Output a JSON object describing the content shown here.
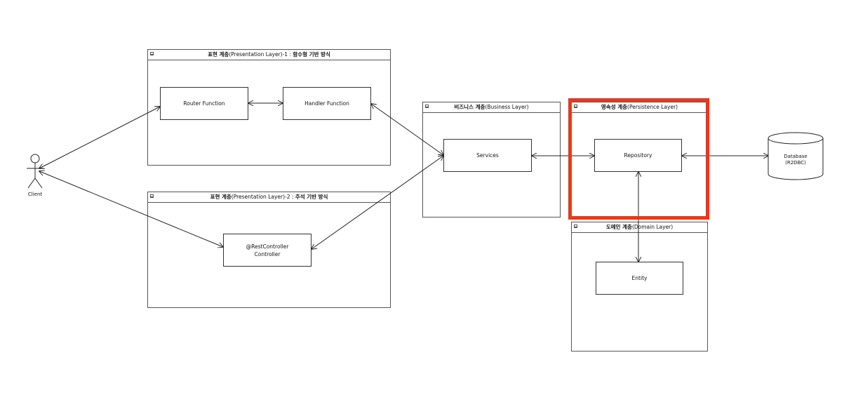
{
  "actor": {
    "label": "Client"
  },
  "packages": {
    "presentation_functional": {
      "title_bold": "표현 계층",
      "title_sub": "(Presentation Layer)-1 : ",
      "title_tail": "함수형 기반 방식"
    },
    "presentation_annotation": {
      "title_bold": "표현 계층",
      "title_sub": "(Presentation Layer)-2 : ",
      "title_tail": "주석 기반 방식"
    },
    "business": {
      "title_bold": "비즈니스 계층",
      "title_sub": "(Business Layer)"
    },
    "persistence": {
      "title_bold": "영속성 계층",
      "title_sub": "(Persistence Layer)"
    },
    "domain": {
      "title_bold": "도메인 계층",
      "title_sub": "(Domain Layer)"
    }
  },
  "nodes": {
    "router_function": "Router Function",
    "handler_function": "Handler Function",
    "rest_controller_line1": "@RestController",
    "rest_controller_line2": "Controller",
    "services": "Services",
    "repository": "Repository",
    "entity": "Entity"
  },
  "database": {
    "line1": "Database",
    "line2": "(R2DBC)"
  },
  "colors": {
    "highlight": "#e8381f",
    "line": "#222222",
    "border": "#555555"
  }
}
